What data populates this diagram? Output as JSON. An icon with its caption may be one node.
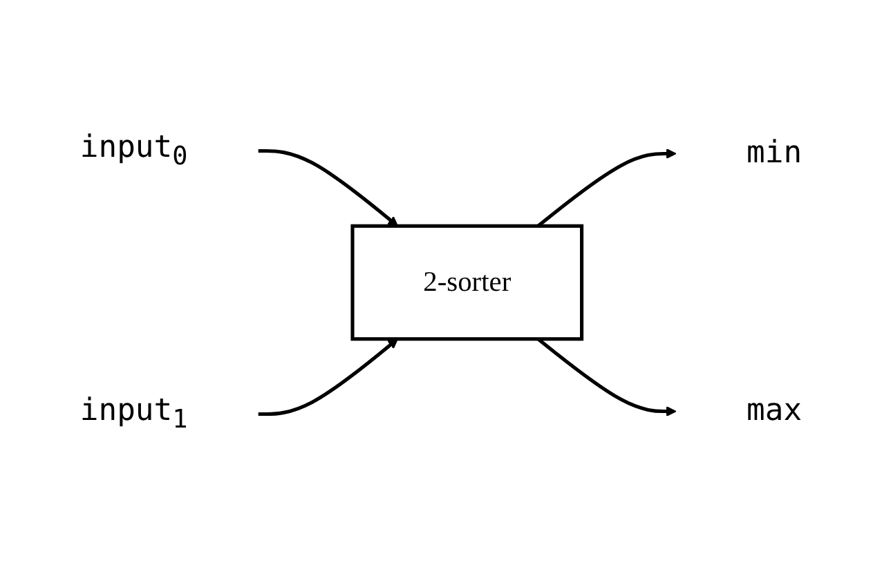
{
  "diagram": {
    "nodes": [
      {
        "text": [
          "input$_{0}$"
        ]
      },
      {
        "text": [
          "input$_{1}$"
        ]
      },
      {
        "text": [
          "2-sorter"
        ]
      },
      {
        "text": [
          "min"
        ]
      },
      {
        "text": [
          "max"
        ]
      }
    ],
    "edges": [
      {
        "from": 0,
        "to": 2,
        "arrow": "to"
      },
      {
        "from": 1,
        "to": 2,
        "arrow": "to"
      },
      {
        "from": 2,
        "to": 3,
        "arrow": "to"
      },
      {
        "from": 2,
        "to": 4,
        "arrow": "to"
      }
    ]
  }
}
